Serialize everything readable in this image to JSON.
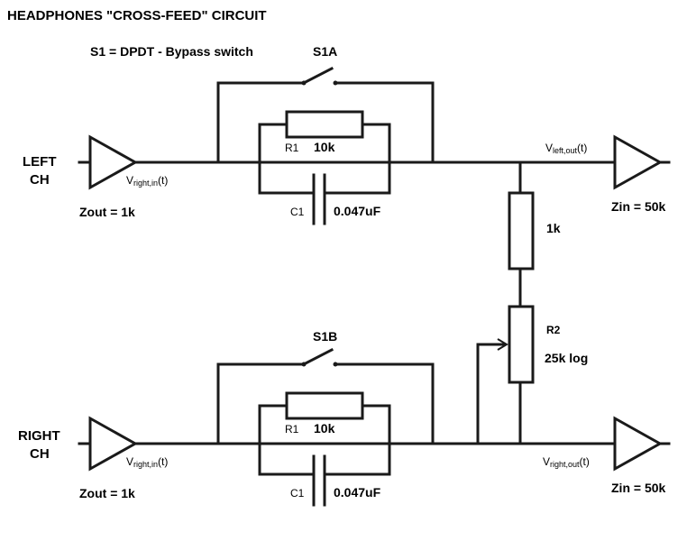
{
  "title": "HEADPHONES \"CROSS-FEED\" CIRCUIT",
  "switch_note": "S1 = DPDT - Bypass switch",
  "left": {
    "channel_line1": "LEFT",
    "channel_line2": "CH",
    "switch": "S1A",
    "resistor": "R1",
    "resistor_value": "10k",
    "capacitor": "C1",
    "capacitor_value": "0.047uF",
    "zout": "Zout  = 1k",
    "zin": "Zin = 50k",
    "vin_main": "V",
    "vin_sub": "right,in",
    "vin_tail": "(t)",
    "vout_main": "V",
    "vout_sub": "left,out",
    "vout_tail": "(t)"
  },
  "right": {
    "channel_line1": "RIGHT",
    "channel_line2": "CH",
    "switch": "S1B",
    "resistor": "R1",
    "resistor_value": "10k",
    "capacitor": "C1",
    "capacitor_value": "0.047uF",
    "zout": "Zout  = 1k",
    "zin": "Zin = 50k",
    "vin_main": "V",
    "vin_sub": "right,in",
    "vin_tail": "(t)",
    "vout_main": "V",
    "vout_sub": "right,out",
    "vout_tail": "(t)"
  },
  "shunt_resistor_value": "1k",
  "pot": {
    "name": "R2",
    "value": "25k log"
  }
}
